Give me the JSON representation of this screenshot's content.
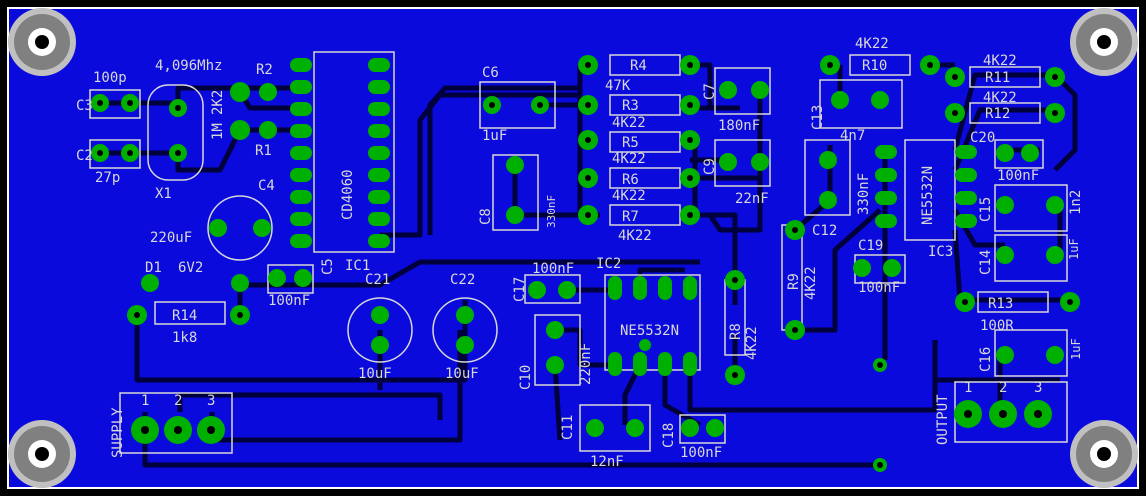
{
  "colors": {
    "board": "#0a0adc",
    "background": "#000000",
    "trace": "#00003c",
    "outline": "#ffffff",
    "silk": "#d8d8d8",
    "pad": "#00b000",
    "drill": "#000000"
  },
  "components": [
    {
      "id": "C3",
      "label": "C3",
      "value": "100p"
    },
    {
      "id": "C2",
      "label": "C2",
      "value": "27p"
    },
    {
      "id": "X1",
      "label": "X1",
      "value": "4,096Mhz"
    },
    {
      "id": "R2",
      "label": "R2",
      "value": "2K2"
    },
    {
      "id": "R1",
      "label": "R1",
      "value": "1M"
    },
    {
      "id": "IC1",
      "label": "IC1",
      "value": "CD4060"
    },
    {
      "id": "C4",
      "label": "C4",
      "value": "220uF"
    },
    {
      "id": "C5",
      "label": "C5",
      "value": "100nF"
    },
    {
      "id": "D1",
      "label": "D1",
      "value": "6V2"
    },
    {
      "id": "R14",
      "label": "R14",
      "value": "1k8"
    },
    {
      "id": "C21",
      "label": "C21",
      "value": "10uF"
    },
    {
      "id": "C22",
      "label": "C22",
      "value": "10uF"
    },
    {
      "id": "C6",
      "label": "C6",
      "value": "1uF"
    },
    {
      "id": "R4",
      "label": "R4",
      "value": "47K"
    },
    {
      "id": "R3",
      "label": "R3",
      "value": "4K22"
    },
    {
      "id": "R5",
      "label": "R5",
      "value": "4K22"
    },
    {
      "id": "R6",
      "label": "R6",
      "value": "4K22"
    },
    {
      "id": "R7",
      "label": "R7",
      "value": "4K22"
    },
    {
      "id": "C7",
      "label": "C7",
      "value": "180nF"
    },
    {
      "id": "C9",
      "label": "C9",
      "value": "22nF"
    },
    {
      "id": "C8",
      "label": "C8",
      "value": "330nF"
    },
    {
      "id": "IC2",
      "label": "IC2",
      "value": "NE5532N"
    },
    {
      "id": "C17",
      "label": "C17",
      "value": "100nF"
    },
    {
      "id": "C10",
      "label": "C10",
      "value": "220nF"
    },
    {
      "id": "C11",
      "label": "C11",
      "value": "12nF"
    },
    {
      "id": "C18",
      "label": "C18",
      "value": "100nF"
    },
    {
      "id": "R8",
      "label": "R8",
      "value": "4K22"
    },
    {
      "id": "R9",
      "label": "R9",
      "value": "4K22"
    },
    {
      "id": "C12",
      "label": "C12",
      "value": "330nF"
    },
    {
      "id": "C13",
      "label": "C13",
      "value": "4n7"
    },
    {
      "id": "R10",
      "label": "R10",
      "value": "4K22"
    },
    {
      "id": "R11",
      "label": "R11",
      "value": "4K22"
    },
    {
      "id": "R12",
      "label": "R12",
      "value": "4K22"
    },
    {
      "id": "IC3",
      "label": "IC3",
      "value": "NE5532N"
    },
    {
      "id": "C19",
      "label": "C19",
      "value": "100nF"
    },
    {
      "id": "C20",
      "label": "C20",
      "value": "100nF"
    },
    {
      "id": "C15",
      "label": "C15",
      "value": "1n2"
    },
    {
      "id": "C14",
      "label": "C14",
      "value": "1uF"
    },
    {
      "id": "R13",
      "label": "R13",
      "value": "100R"
    },
    {
      "id": "C16",
      "label": "C16",
      "value": "1uF"
    }
  ],
  "connectors": [
    {
      "name": "SUPPLY",
      "pins": [
        "1",
        "2",
        "3"
      ]
    },
    {
      "name": "OUTPUT",
      "pins": [
        "1",
        "2",
        "3"
      ]
    }
  ]
}
